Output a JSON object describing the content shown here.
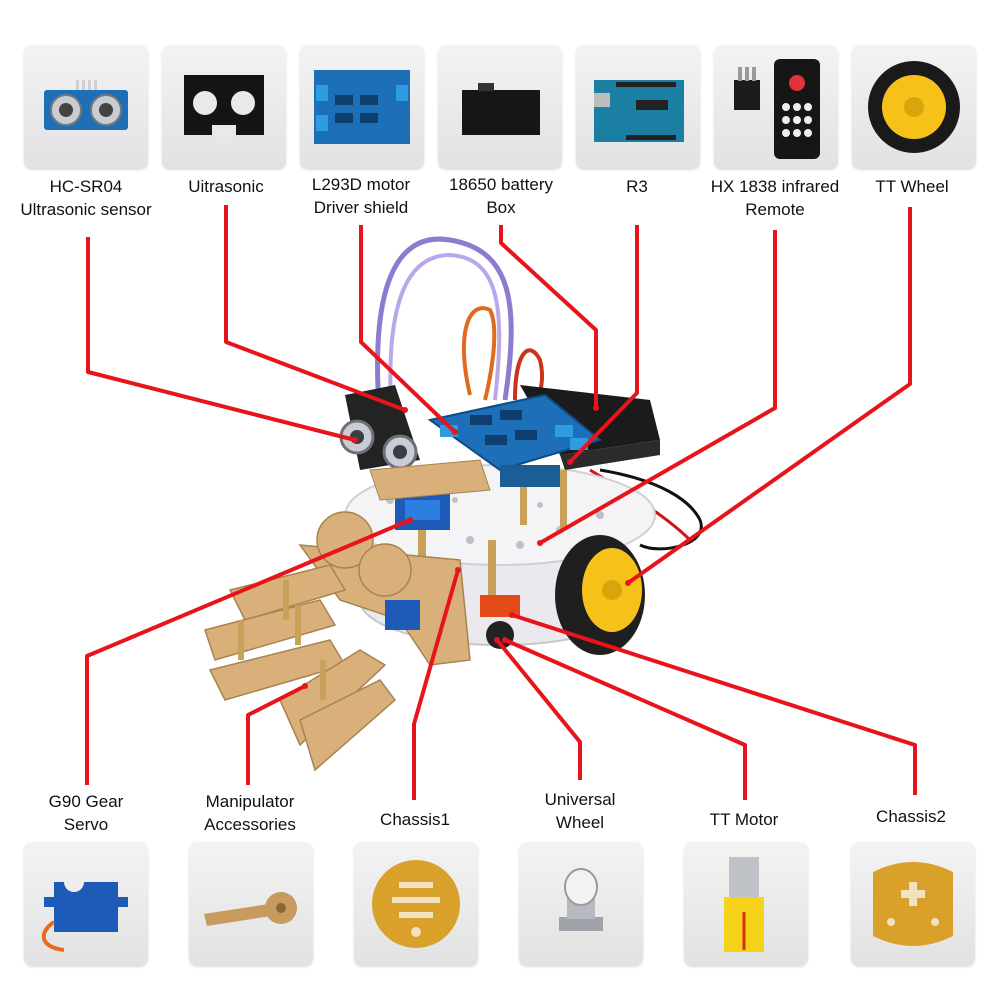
{
  "top_parts": [
    {
      "id": "ultrasonic-sensor",
      "label": [
        "HC-SR04",
        "Ultrasonic sensor"
      ]
    },
    {
      "id": "ultrasonic-bracket",
      "label": [
        "Uitrasonic"
      ]
    },
    {
      "id": "motor-driver-shield",
      "label": [
        "L293D motor",
        "Driver shield"
      ]
    },
    {
      "id": "battery-box",
      "label": [
        "18650 battery",
        "Box"
      ]
    },
    {
      "id": "r3-board",
      "label": [
        "R3"
      ]
    },
    {
      "id": "ir-remote",
      "label": [
        "HX 1838 infrared",
        "Remote"
      ]
    },
    {
      "id": "tt-wheel",
      "label": [
        "TT Wheel"
      ]
    }
  ],
  "bottom_parts": [
    {
      "id": "g90-gear-servo",
      "label": [
        "G90 Gear",
        "Servo"
      ]
    },
    {
      "id": "manipulator-accessories",
      "label": [
        "Manipulator",
        "Accessories"
      ]
    },
    {
      "id": "chassis1",
      "label": [
        "Chassis1"
      ]
    },
    {
      "id": "universal-wheel",
      "label": [
        "Universal",
        "Wheel"
      ]
    },
    {
      "id": "tt-motor",
      "label": [
        "TT Motor"
      ]
    },
    {
      "id": "chassis2",
      "label": [
        "Chassis2"
      ]
    }
  ],
  "colors": {
    "leader_line": "#e8141b",
    "tile_bg": "#ececec",
    "acrylic": "#f2f2f4",
    "wood": "#d9b07a",
    "pcb_blue": "#1d6fb8",
    "wheel_yellow": "#f6c21a"
  }
}
